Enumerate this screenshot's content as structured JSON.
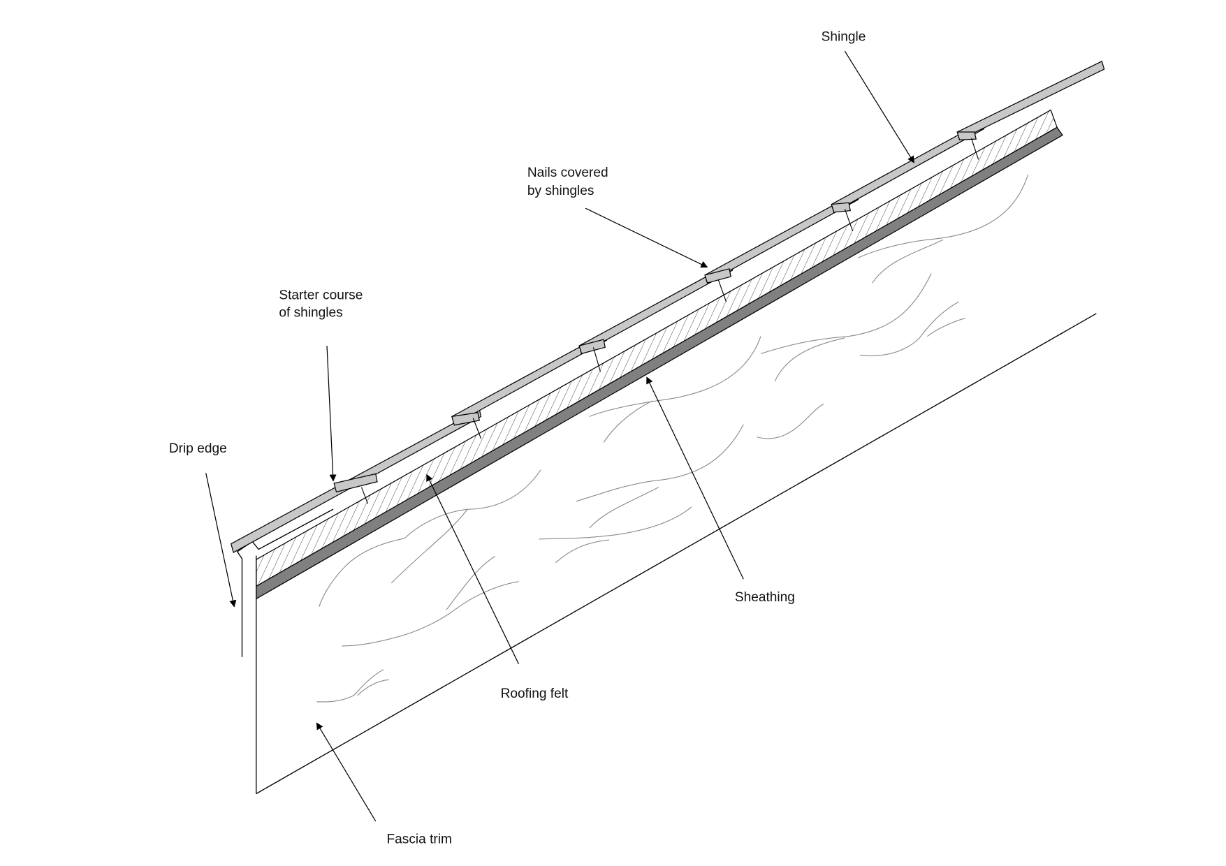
{
  "title": "Roof edge cross-section",
  "labels": {
    "shingle": "Shingle",
    "nails_line1": "Nails covered",
    "nails_line2": "by shingles",
    "starter_line1": "Starter course",
    "starter_line2": "of shingles",
    "drip_edge": "Drip edge",
    "sheathing": "Sheathing",
    "roofing_felt": "Roofing felt",
    "fascia_trim": "Fascia trim"
  },
  "colors": {
    "shingle": "#c8c8c8",
    "felt_band": "#808080",
    "grain": "#8a8a8a",
    "line": "#000000"
  }
}
